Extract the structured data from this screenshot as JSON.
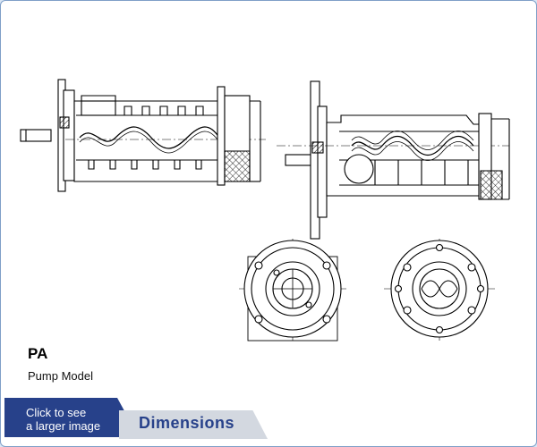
{
  "product": {
    "code": "PA",
    "label": "Pump Model"
  },
  "footer": {
    "cta_line1": "Click to see",
    "cta_line2": "a larger image",
    "tab_label": "Dimensions"
  },
  "colors": {
    "accent": "#27418a",
    "tab_bg": "#d3d8e0",
    "line": "#000000",
    "frame_border": "#7f9fc8"
  }
}
